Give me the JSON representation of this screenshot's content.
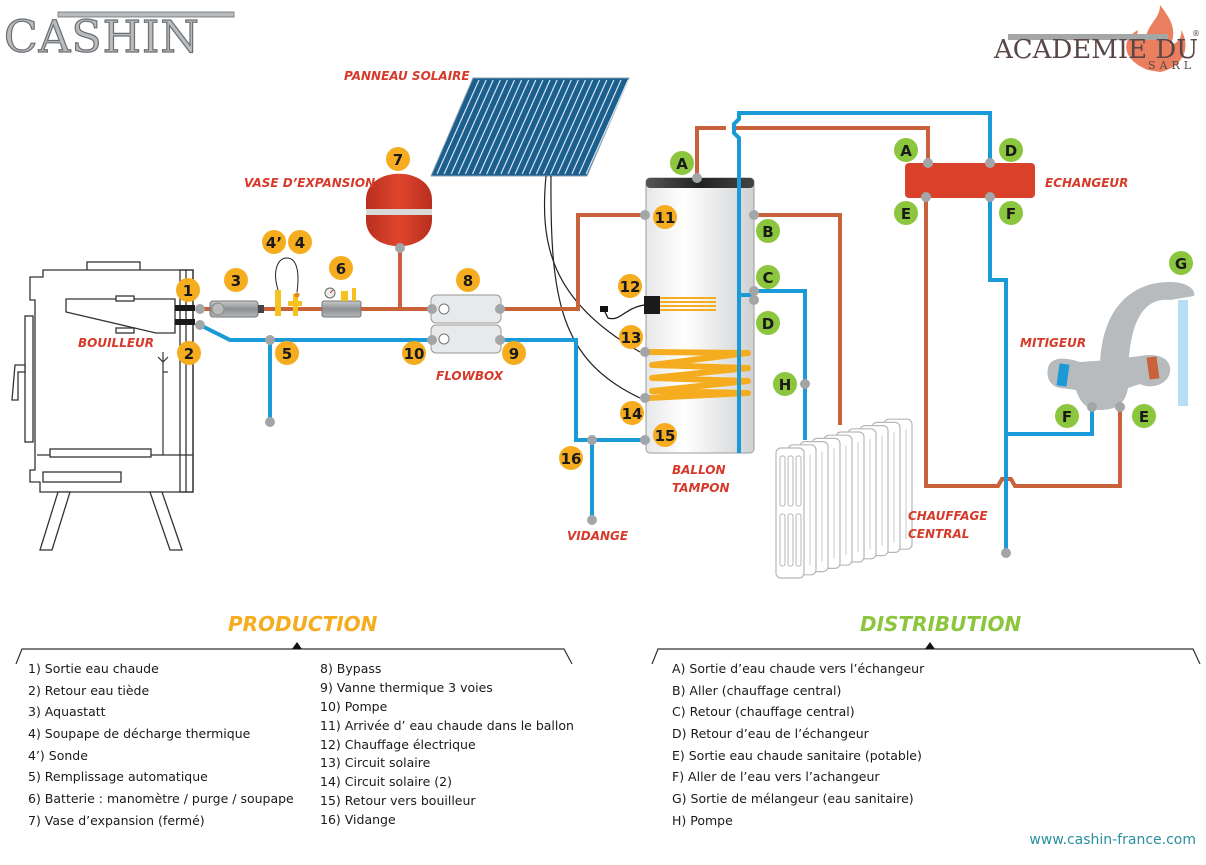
{
  "logos": {
    "left": "CASHIN",
    "right_main": "ACADEMIE DU FEU",
    "right_sub": "SARL",
    "right_reg": "®"
  },
  "labels": {
    "panneau_solaire": "PANNEAU  SOLAIRE",
    "vase_expansion": "VASE D’EXPANSION",
    "bouilleur": "BOUILLEUR",
    "flowbox": "FLOWBOX",
    "ballon_line1": "BALLON",
    "ballon_line2": "TAMPON",
    "vidange": "VIDANGE",
    "echangeur": "ECHANGEUR",
    "mitigeur": "MITIGEUR",
    "chauffage_line1": "CHAUFFAGE",
    "chauffage_line2": "CENTRAL"
  },
  "badges": {
    "n1": "1",
    "n2": "2",
    "n3": "3",
    "n4": "4",
    "n4p": "4’",
    "n5": "5",
    "n6": "6",
    "n7": "7",
    "n8": "8",
    "n9": "9",
    "n10": "10",
    "n11": "11",
    "n12": "12",
    "n13": "13",
    "n14": "14",
    "n15": "15",
    "n16": "16",
    "a": "A",
    "b": "B",
    "c": "C",
    "d": "D",
    "e": "E",
    "f": "F",
    "g": "G",
    "h": "H"
  },
  "colors": {
    "hot_pipe": "#c8623a",
    "cold_pipe": "#1a9ad6",
    "production_badge": "#f5ad1f",
    "distribution_badge": "#8cc63f",
    "label_red": "#d63a2a",
    "url": "#2a8fa0"
  },
  "production": {
    "title": "PRODUCTION",
    "col1": [
      "1) Sortie eau chaude",
      "2) Retour eau tiède",
      "3) Aquastatt",
      "4) Soupape de décharge thermique",
      "4’) Sonde",
      "5) Remplissage automatique",
      "6) Batterie :  manomètre / purge / soupape",
      "7) Vase d’expansion (fermé)"
    ],
    "col2": [
      "8) Bypass",
      "9) Vanne thermique 3 voies",
      "10) Pompe",
      "11) Arrivée d’ eau chaude dans le ballon",
      "12) Chauffage électrique",
      "13) Circuit solaire",
      "14) Circuit solaire (2)",
      "15) Retour vers bouilleur",
      "16) Vidange"
    ]
  },
  "distribution": {
    "title": "DISTRIBUTION",
    "items": [
      "A) Sortie d’eau chaude vers l’échangeur",
      "B) Aller (chauffage central)",
      "C) Retour (chauffage central)",
      "D) Retour d’eau de l’échangeur",
      "E) Sortie eau chaude sanitaire (potable)",
      "F) Aller de l’eau vers l’achangeur",
      "G) Sortie de mélangeur (eau sanitaire)",
      "H) Pompe"
    ]
  },
  "footer": {
    "url": "www.cashin-france.com"
  }
}
